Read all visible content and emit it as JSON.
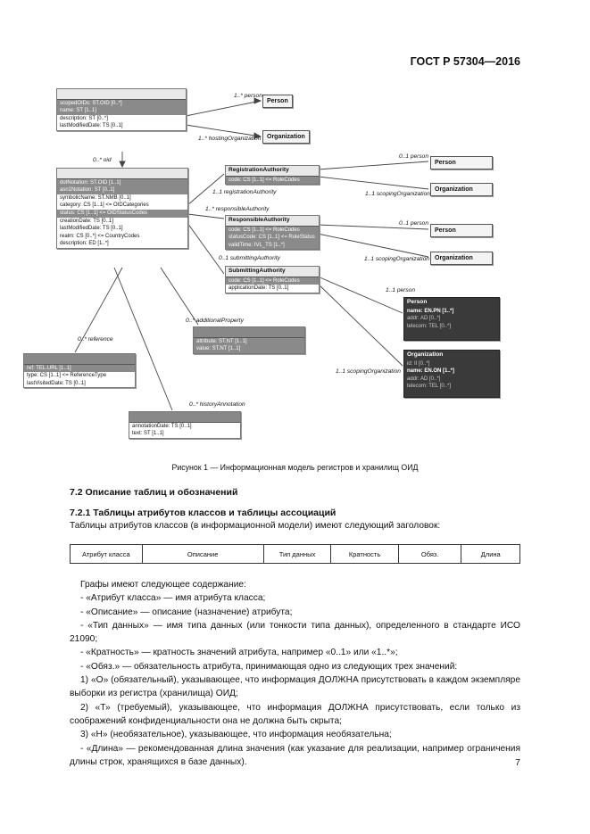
{
  "header": {
    "standard": "ГОСТ Р 57304—2016"
  },
  "diagram": {
    "roles": {
      "person1": "1..* person",
      "hosting_org": "1..* hostingOrganization",
      "oid": "0..* oid",
      "reg_person": "0..1 person",
      "reg_authority": "1..1 registrationAuthority",
      "reg_scoping": "1..1 scopingOrganization",
      "resp_authority": "1..* responsibleAuthority",
      "resp_person": "0..1 person",
      "resp_scoping": "1..1 scopingOrganization",
      "submit_authority": "0..1 submittingAuthority",
      "sub_person": "1..1 person",
      "add_prop": "0..* additionalProperty",
      "reference": "0..* reference",
      "sub_scoping": "1..1 scopingOrganization",
      "history": "0..* historyAnnotation"
    },
    "registry": {
      "title": "",
      "rows": [
        "scopedOIDs: ST.OID [0..*]",
        "name: ST [1..1]",
        "description: ST [0..*]",
        "lastModifiedDate: TS [0..1]"
      ]
    },
    "oid": {
      "title": "",
      "rows": [
        "dotNotation: ST.OID [1..1]",
        "asn1Notation: ST [0..1]",
        "symbolicName: ST.NMB [0..1]",
        "category: CS [1..1] <= OIDCategories",
        "status: CS [1..1] <= OIDStatusCodes",
        "creationDate: TS [0..1]",
        "lastModifiedDate: TS [0..1]",
        "realm: CS [0..*] <= CountryCodes",
        "description: ED [1..*]"
      ]
    },
    "registration": {
      "title": "RegistrationAuthority",
      "rows": [
        "code: CS [1..1] <= RoleCodes"
      ]
    },
    "responsible": {
      "title": "ResponsibleAuthority",
      "rows": [
        "code: CS [1..1] <= RoleCodes",
        "statusCode: CS [1..1] <= RoleStatus",
        "validTime: IVL_TS [1..*]"
      ]
    },
    "submitting": {
      "title": "SubmittingAuthority",
      "rows": [
        "code: CS [1..1] <= RoleCodes",
        "applicationDate: TS [0..1]"
      ]
    },
    "additional": {
      "title": "",
      "rows": [
        "attribute: ST.NT [1..1]",
        "value: ST.NT [1..1]"
      ]
    },
    "reference": {
      "title": "",
      "rows": [
        "ref: TEL.URL [1..1]",
        "type: CS [1..1] <= ReferenceType",
        "lastVisitedDate: TS [0..1]"
      ]
    },
    "history": {
      "title": "",
      "rows": [
        "annotationDate: TS [0..1]",
        "text: ST [1..1]"
      ]
    },
    "person_box": {
      "title": "Person",
      "rows": [
        "name: EN.PN [1..*]",
        "addr: AD [0..*]",
        "telecom: TEL [0..*]"
      ]
    },
    "org_box": {
      "title": "Organization",
      "rows": [
        "id: II [0..*]",
        "name: EN.ON [1..*]",
        "addr: AD [0..*]",
        "telecom: TEL [0..*]"
      ]
    },
    "small": {
      "person1": "Person",
      "org1": "Organization",
      "person2": "Person",
      "org2": "Organization",
      "person3": "Person",
      "org3": "Organization"
    }
  },
  "caption": "Рисунок 1 — Информационная модель регистров и хранилищ ОИД",
  "section": "7.2  Описание таблиц и обозначений",
  "subsection": "7.2.1  Таблицы атрибутов классов и таблицы ассоциаций",
  "intro": "Таблицы атрибутов классов (в информационной модели) имеют следующий заголовок:",
  "table_headers": [
    "Атрибут класса",
    "Описание",
    "Тип данных",
    "Кратность",
    "Обяз.",
    "Длина"
  ],
  "paragraphs": [
    "Графы имеют следующее содержание:",
    "- «Атрибут класса» — имя атрибута класса;",
    "- «Описание» — описание (назначение) атрибута;",
    "- «Тип данных» — имя типа данных (или тонкости типа данных), определенного в стандарте ИСО 21090;",
    "- «Кратность» — кратность значений атрибута, например «0..1» или «1..*»;",
    "- «Обяз.» — обязательность атрибута, принимающая одно из следующих трех значений:",
    "1) «О» (обязательный), указывающее, что информация ДОЛЖНА присутствовать в каждом экземпляре выборки из регистра (хранилища) ОИД;",
    "2) «Т» (требуемый), указывающее, что информация ДОЛЖНА присутствовать, если только из соображений конфиденциальности она не должна быть скрыта;",
    "3) «Н» (необязательное), указывающее, что информация необязательна;",
    "- «Длина» — рекомендованная длина значения (как указание для реализации, например ограничения длины строк, хранящихся в базе данных)."
  ],
  "page_number": "7"
}
